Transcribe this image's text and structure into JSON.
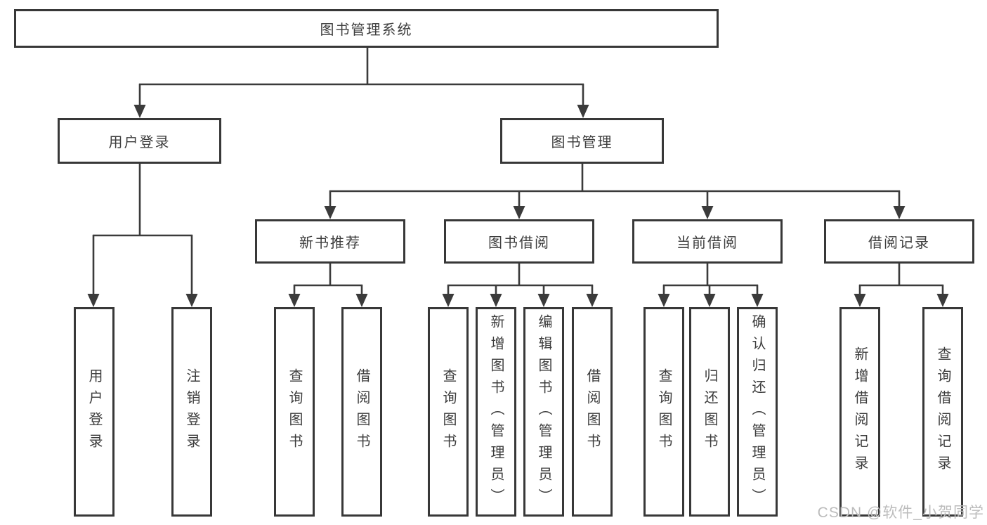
{
  "tree": {
    "root": {
      "label": "图书管理系统"
    },
    "branches": [
      {
        "label": "用户登录",
        "children": [
          {
            "label": "用户登录"
          },
          {
            "label": "注销登录"
          }
        ]
      },
      {
        "label": "图书管理",
        "children": [
          {
            "label": "新书推荐",
            "children": [
              {
                "label": "查询图书"
              },
              {
                "label": "借阅图书"
              }
            ]
          },
          {
            "label": "图书借阅",
            "children": [
              {
                "label": "查询图书"
              },
              {
                "label": "新增图书（管理员）"
              },
              {
                "label": "编辑图书（管理员）"
              },
              {
                "label": "借阅图书"
              }
            ]
          },
          {
            "label": "当前借阅",
            "children": [
              {
                "label": "查询图书"
              },
              {
                "label": "归还图书"
              },
              {
                "label": "确认归还（管理员）"
              }
            ]
          },
          {
            "label": "借阅记录",
            "children": [
              {
                "label": "新增借阅记录"
              },
              {
                "label": "查询借阅记录"
              }
            ]
          }
        ]
      }
    ]
  },
  "watermark": "CSDN @软件_小贺同学",
  "colors": {
    "line": "#3b3b3b",
    "box_border": "#383838",
    "text": "#3d3d3d",
    "background": "#ffffff",
    "watermark": "#bcbcbc"
  }
}
